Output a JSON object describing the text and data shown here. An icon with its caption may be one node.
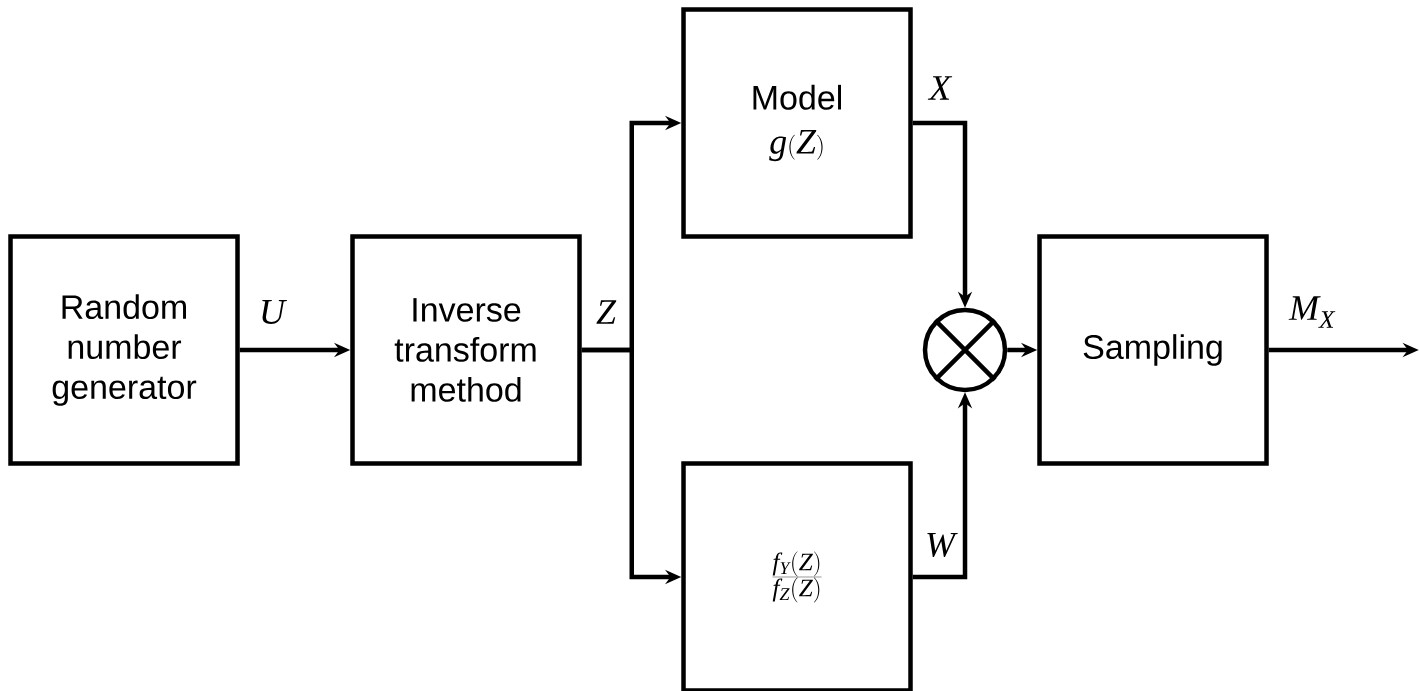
{
  "diagram": {
    "nodes": [
      {
        "text": [
          "Random number generator"
        ]
      },
      {
        "text": [
          "Inverse transform method"
        ]
      },
      {
        "text": [
          "Model",
          "g(Z)"
        ]
      },
      {
        "text": [
          "\\frac{f_Y(Z)}{f_Z(Z)}"
        ]
      },
      {
        "text": [],
        "shape": "circle"
      },
      {
        "text": [
          "Sampling"
        ]
      }
    ],
    "edges": [
      {
        "from": 0,
        "to": 1,
        "arrow": "to",
        "label": "U"
      },
      {
        "from": 1,
        "to": 2,
        "arrow": "to",
        "label": "Z"
      },
      {
        "from": 1,
        "to": 3,
        "arrow": "to"
      },
      {
        "from": 2,
        "to": 4,
        "arrow": "to",
        "label": "X"
      },
      {
        "from": 3,
        "to": 4,
        "arrow": "to",
        "label": "W"
      },
      {
        "from": 4,
        "to": 5,
        "arrow": "to"
      },
      {
        "from": 5,
        "to": null,
        "arrow": "to",
        "label": "M_X"
      }
    ]
  }
}
